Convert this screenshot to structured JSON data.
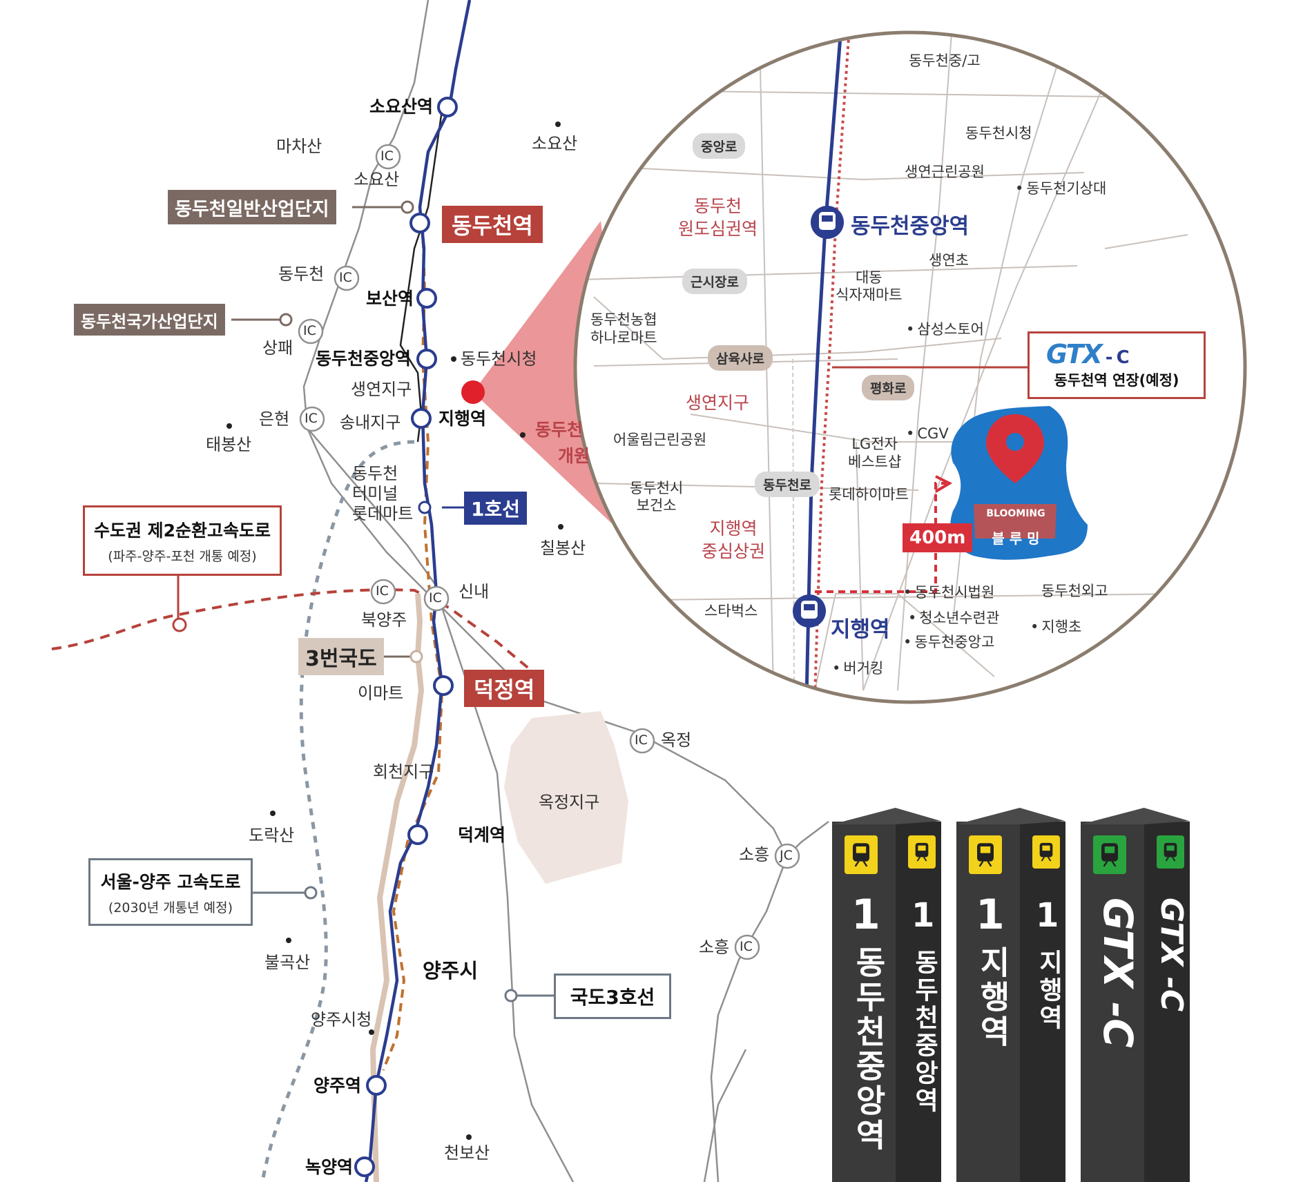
{
  "stations": {
    "soyosan": "소요산역",
    "dongducheon": "동두천역",
    "bosan": "보산역",
    "dongducheon_jungang": "동두천중앙역",
    "jihaeng": "지행역",
    "deokjeong": "덕정역",
    "deokgye": "덕계역",
    "yangju": "양주역",
    "nogyang": "녹양역"
  },
  "labels": {
    "machasan": "마차산",
    "soyosan_mtn": "소요산",
    "soyosan_ic": "소요산",
    "dongducheon_ic": "동두천",
    "sangpae": "상패",
    "eunhyeon": "은현",
    "taebongsan": "태봉산",
    "sisheong": "동두천시청",
    "saengyeon_jigu": "생연지구",
    "songnae_jigu": "송내지구",
    "terminal": "동두천\n터미널\n롯데마트",
    "chilbongsan": "칠봉산",
    "sinnae": "신내",
    "bukyangju": "북양주",
    "emart": "이마트",
    "hoecheon": "회천지구",
    "okjeong": "옥정",
    "okjeong_jigu": "옥정지구",
    "dorak": "도락산",
    "soheung_jc": "소흥",
    "soheung_ic": "소흥",
    "bulgok": "불곡산",
    "yangjusi": "양주시",
    "yangju_city_hall": "양주시청",
    "cheonbosan": "천보산",
    "dongducheon_partial": "동두천",
    "gaewon_partial": "개원"
  },
  "boxes": {
    "ilban_sandan": "동두천일반산업단지",
    "gukga_sandan": "동두천국가산업단지",
    "dongducheon_station": "동두천역",
    "line1": "1호선",
    "route3": "3번국도",
    "deokjeong_station": "덕정역"
  },
  "framed": {
    "ring_title": "수도권 제2순환고속도로",
    "ring_sub": "(파주-양주-포천 개통 예정)",
    "seoul_yangju_title": "서울-양주 고속도로",
    "seoul_yangju_sub": "(2030년 개통년 예정)",
    "national3": "국도3호선"
  },
  "ic_mark": "IC",
  "jc_mark": "JC",
  "inset": {
    "roads": {
      "jungang": "중앙로",
      "gunsijang": "근시장로",
      "samyuksa": "삼육사로",
      "pyeonghwa": "평화로",
      "dongducheon_ro": "동두천로"
    },
    "districts": {
      "wondo": "동두천\n원도심권역",
      "saengyeon": "생연지구",
      "jihaeng_center": "지행역\n중심상권"
    },
    "places": {
      "school_top": "동두천중/고",
      "city_hall": "동두천시청",
      "saengyeon_park": "생연근린공원",
      "weather": "동두천기상대",
      "saengyeon_elem": "생연초",
      "daedong": "대동\n식자재마트",
      "samsung": "삼성스토어",
      "nonghyup": "동두천농협\n하나로마트",
      "eoullim": "어울림근린공원",
      "health_center": "동두천시\n보건소",
      "lg": "LG전자\n베스트샵",
      "cgv": "CGV",
      "lotte_hi": "롯데하이마트",
      "starbucks": "스타벅스",
      "court": "동두천시법원",
      "youth": "청소년수련관",
      "jungang_high": "동두천중앙고",
      "burger": "버거킹",
      "oego": "동두천외고",
      "jihaeng_elem": "지행초"
    },
    "stations": {
      "jungang": "동두천중앙역",
      "jihaeng": "지행역"
    },
    "distance": "400m",
    "gtx_logo": "GTX",
    "gtx_suffix": "- C",
    "gtx_note": "동두천역 연장(예정)",
    "blooming_en": "BLOOMING",
    "blooming_ko": "블 루 밍"
  },
  "pillars": [
    {
      "num": "1",
      "front": "동두천중앙역",
      "side_num": "1",
      "side": "동두천중앙역",
      "color": "#f2d21b"
    },
    {
      "num": "1",
      "front": "지행역",
      "side_num": "1",
      "side": "지행역",
      "color": "#f2d21b"
    },
    {
      "num": "",
      "front": "GTX",
      "front_suffix": "-C",
      "side_num": "",
      "side": "GTX",
      "side_suffix": "-C",
      "color": "#2aa43f"
    }
  ],
  "colors": {
    "line1": "#2b3d8f",
    "gtx_dashed": "#c0712e",
    "ring_dashed": "#b6423b",
    "brown_box": "#7b6a63",
    "red_box": "#b6423b"
  }
}
